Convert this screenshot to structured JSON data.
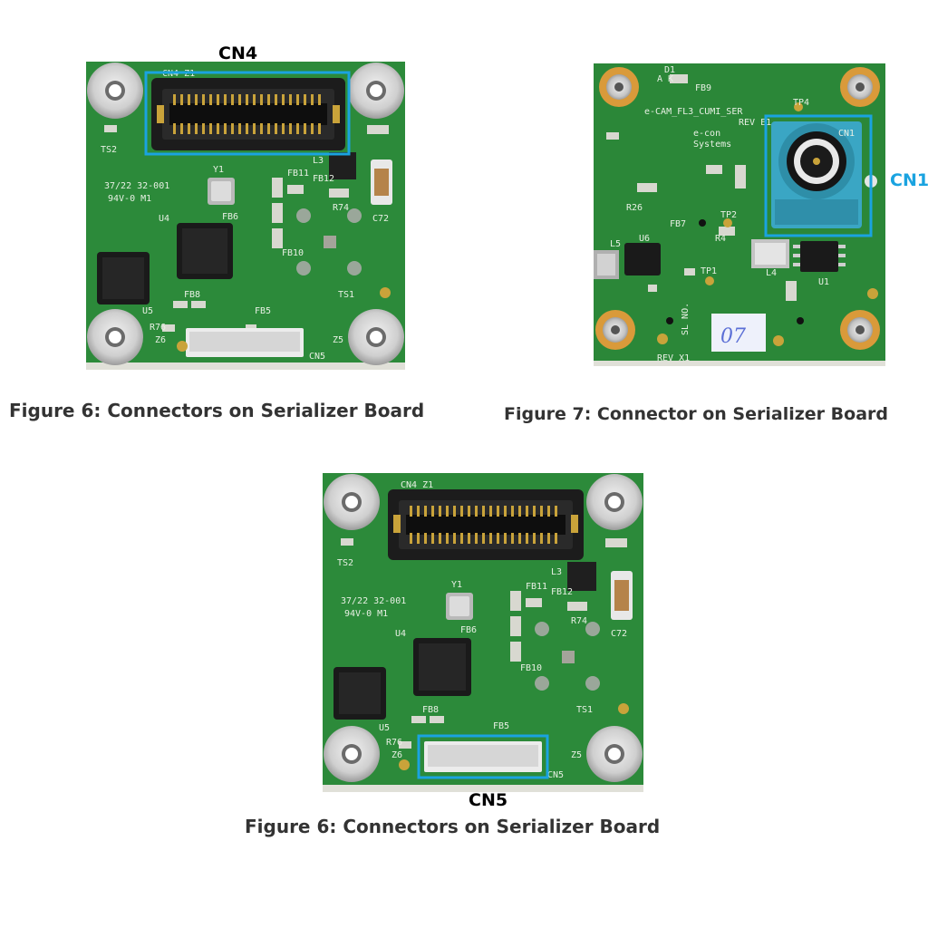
{
  "page": {
    "background": "#ffffff",
    "text_color": "#333333",
    "highlight_color": "#1aa3e0",
    "board_color": "#2c8a3a"
  },
  "figures": [
    {
      "caption": "Figure 6: Connectors on Serializer Board",
      "callout_label": "CN4",
      "callout_label_color": "#333333",
      "silkscreen": {
        "conn_top": "CN4 Z1",
        "mfg_a": "37/22 32-001",
        "mfg_b": "94V-0 M1",
        "ts2": "TS2",
        "y1": "Y1",
        "fb11": "FB11",
        "fb12": "FB12",
        "l3": "L3",
        "r74": "R74",
        "c72": "C72",
        "u4": "U4",
        "fb6": "FB6",
        "fb10": "FB10",
        "ts1": "TS1",
        "u5": "U5",
        "fb8": "FB8",
        "fb5": "FB5",
        "r76": "R76",
        "z6": "Z6",
        "z5": "Z5",
        "cn5": "CN5"
      }
    },
    {
      "caption": "Figure 7: Connector on Serializer Board",
      "callout_label": "CN1",
      "callout_label_color": "#1aa3e0",
      "silkscreen": {
        "d1": "D1",
        "ak": "A   K",
        "fb9": "FB9",
        "title": "e-CAM_FL3_CUMI_SER",
        "rev": "REV E1",
        "brand_a": "e-con",
        "brand_b": "Systems",
        "tp4": "TP4",
        "cn1": "CN1",
        "r26": "R26",
        "fb7": "FB7",
        "tp2": "TP2",
        "r4": "R4",
        "l5": "L5",
        "u6": "U6",
        "tp1": "TP1",
        "l4": "L4",
        "u1": "U1",
        "sl_no": "SL NO.",
        "serial": "07",
        "rev_bottom": "REV X1"
      }
    },
    {
      "caption": "Figure 6: Connectors on Serializer Board",
      "callout_label": "CN5",
      "callout_label_color": "#333333",
      "silkscreen": {
        "conn_top": "CN4 Z1",
        "mfg_a": "37/22 32-001",
        "mfg_b": "94V-0 M1",
        "ts2": "TS2",
        "y1": "Y1",
        "fb11": "FB11",
        "fb12": "FB12",
        "l3": "L3",
        "r74": "R74",
        "c72": "C72",
        "u4": "U4",
        "fb6": "FB6",
        "fb10": "FB10",
        "ts1": "TS1",
        "u5": "U5",
        "fb8": "FB8",
        "fb5": "FB5",
        "r76": "R76",
        "z6": "Z6",
        "z5": "Z5",
        "cn5": "CN5"
      }
    }
  ]
}
